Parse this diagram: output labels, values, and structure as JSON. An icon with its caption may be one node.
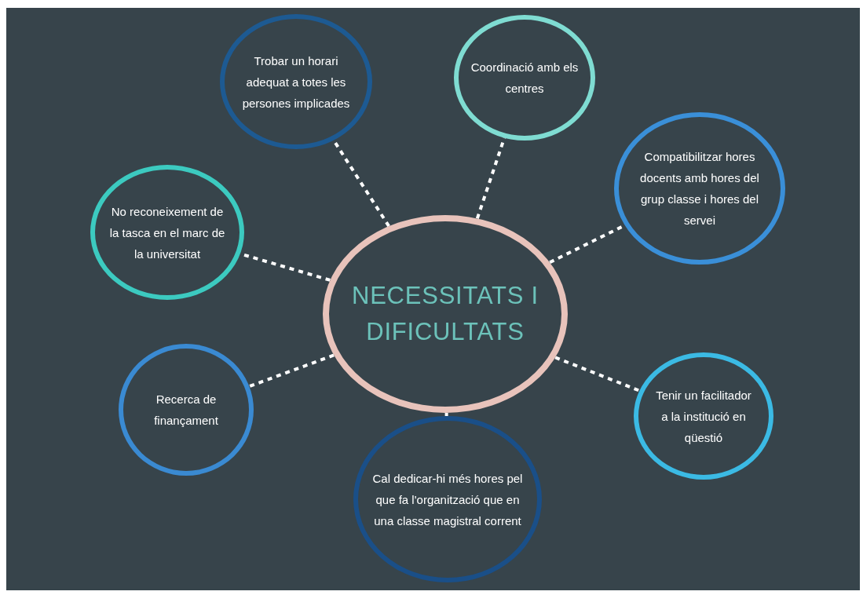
{
  "diagram": {
    "nodes": [
      {
        "text": [
          "NECESSITATS I DIFICULTATS"
        ]
      },
      {
        "text": [
          "Trobar un horari adequat a totes les persones implicades"
        ]
      },
      {
        "text": [
          "Coordinació amb els centres"
        ]
      },
      {
        "text": [
          "No reconeixement de la tasca en el marc de la universitat"
        ]
      },
      {
        "text": [
          "Compatibilitzar hores docents amb hores del grup classe i hores del servei"
        ]
      },
      {
        "text": [
          "Recerca de finançament"
        ]
      },
      {
        "text": [
          "Tenir un facilitador a la institució en qüestió"
        ]
      },
      {
        "text": [
          "Cal dedicar-hi més hores pel que fa l'organització que en una classe magistral corrent"
        ]
      }
    ],
    "edges": [
      {
        "from": 0,
        "to": 1,
        "arrow": "none",
        "style": "dashed"
      },
      {
        "from": 0,
        "to": 2,
        "arrow": "none",
        "style": "dashed"
      },
      {
        "from": 0,
        "to": 3,
        "arrow": "none",
        "style": "dashed"
      },
      {
        "from": 0,
        "to": 4,
        "arrow": "none",
        "style": "dashed"
      },
      {
        "from": 0,
        "to": 5,
        "arrow": "none",
        "style": "dashed"
      },
      {
        "from": 0,
        "to": 6,
        "arrow": "none",
        "style": "dashed"
      },
      {
        "from": 0,
        "to": 7,
        "arrow": "none",
        "style": "dashed"
      }
    ]
  }
}
